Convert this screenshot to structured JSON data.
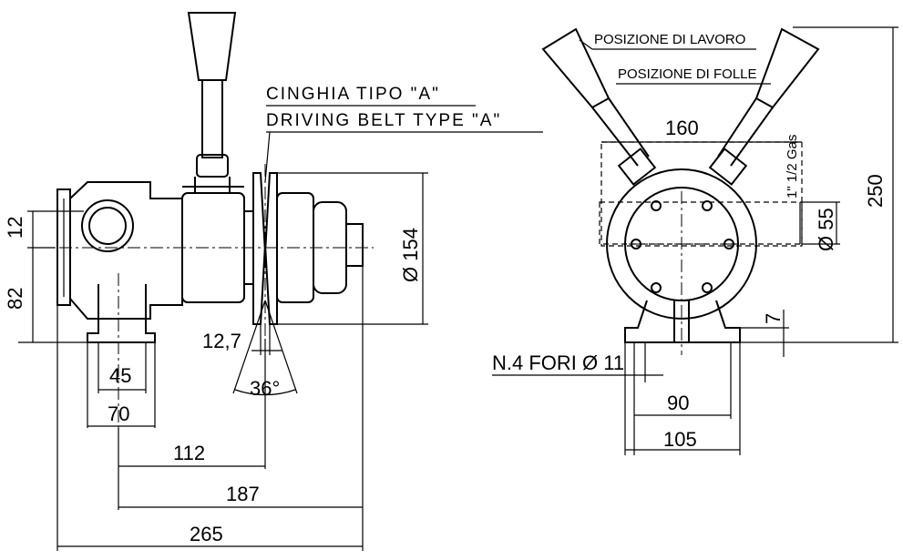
{
  "labels": {
    "belt_it": "CINGHIA TIPO \"A\"",
    "belt_en": "DRIVING BELT TYPE \"A\"",
    "work_position": "POSIZIONE DI LAVORO",
    "idle_position": "POSIZIONE DI FOLLE",
    "holes": "N.4 FORI Ø 11",
    "gas_thread": "1\" 1/2 Gas"
  },
  "dimensions": {
    "d12": "12",
    "d82": "82",
    "d45": "45",
    "d70": "70",
    "d112": "112",
    "d187": "187",
    "d265": "265",
    "d12_7": "12,7",
    "angle36": "36°",
    "dia154": "Ø 154",
    "d160": "160",
    "dia55": "Ø 55",
    "d250": "250",
    "d7": "7",
    "d90": "90",
    "d105": "105"
  },
  "colors": {
    "ink": "#000000",
    "background": "#ffffff"
  }
}
